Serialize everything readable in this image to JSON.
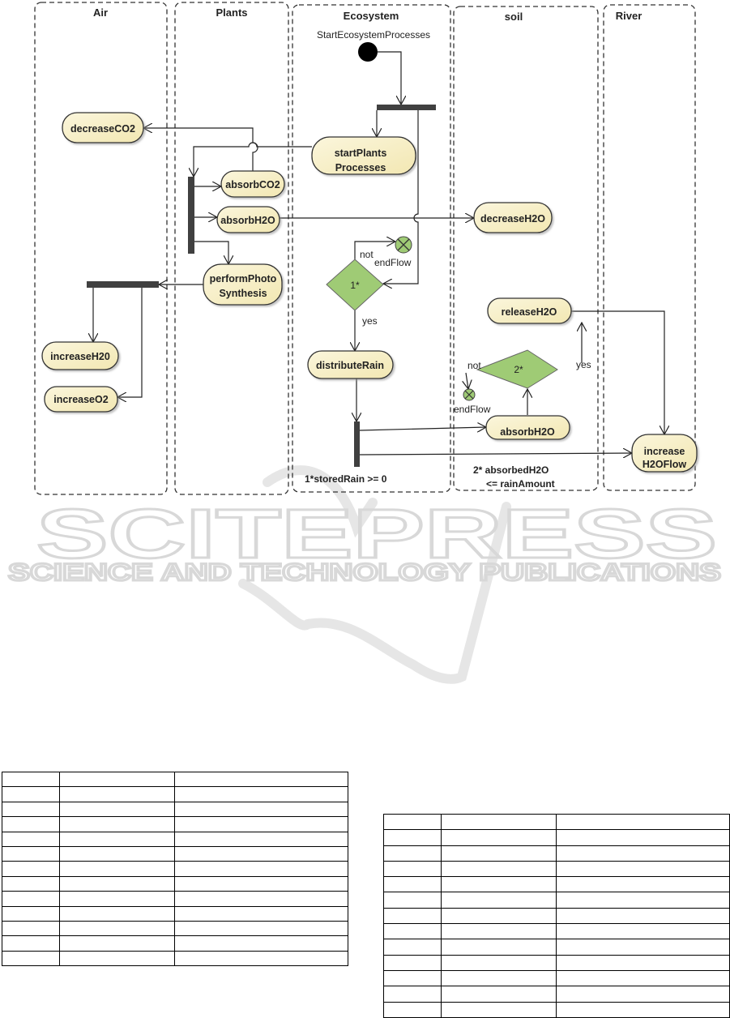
{
  "lanes": {
    "air": "Air",
    "plants": "Plants",
    "ecosystem": "Ecosystem",
    "soil": "soil",
    "river": "River"
  },
  "start_label": "StartEcosystemProcesses",
  "actions": {
    "decreaseCO2": "decreaseCO2",
    "startPlants_1": "startPlants",
    "startPlants_2": "Processes",
    "absorbCO2": "absorbCO2",
    "absorbH2O_plants": "absorbH2O",
    "photo_1": "performPhoto",
    "photo_2": "Synthesis",
    "decreaseH2O": "decreaseH2O",
    "increaseH20": "increaseH20",
    "increaseO2": "increaseO2",
    "distributeRain": "distributeRain",
    "releaseH2O": "releaseH2O",
    "absorbH2O_soil": "absorbH2O",
    "increaseFlow_1": "increase",
    "increaseFlow_2": "H2OFlow"
  },
  "decisions": {
    "d1": "1*",
    "d2": "2*"
  },
  "guards": {
    "not1": "not",
    "yes1": "yes",
    "not2": "not",
    "yes2": "yes"
  },
  "end_labels": {
    "end1": "endFlow",
    "end2": "endFlow"
  },
  "notes": {
    "n1": "1*storedRain >= 0",
    "n2a": "2* absorbedH2O",
    "n2b": "<=  rainAmount"
  },
  "watermark": {
    "title": "SCITEPRESS",
    "subtitle": "SCIENCE AND TECHNOLOGY PUBLICATIONS"
  },
  "tables": {
    "left_rows": 13,
    "left_cols": 3,
    "right_rows": 13,
    "right_cols": 3
  }
}
